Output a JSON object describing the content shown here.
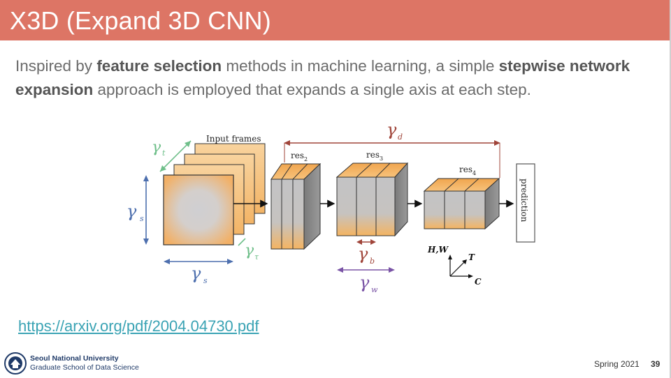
{
  "slide": {
    "title": "X3D (Expand 3D CNN)",
    "intro": {
      "p1": "Inspired by ",
      "b1": "feature selection",
      "p2": " methods in machine learning, a simple ",
      "b2": "stepwise network expansion",
      "p3": " approach is employed that expands a single axis at each step."
    },
    "link": "https://arxiv.org/pdf/2004.04730.pdf",
    "footer": {
      "university": "Seoul National University",
      "school": "Graduate School of Data Science",
      "date": "Spring 2021",
      "page": "39"
    }
  },
  "diagram": {
    "input_label": "Input frames",
    "res2": "res",
    "res2_sub": "2",
    "res3": "res",
    "res3_sub": "3",
    "res4": "res",
    "res4_sub": "4",
    "prediction": "prediction",
    "gamma": "γ",
    "sub_t": "t",
    "sub_s": "s",
    "sub_tau": "τ",
    "sub_d": "d",
    "sub_b": "b",
    "sub_w": "w",
    "axis_hw": "H,W",
    "axis_t": "T",
    "axis_c": "C",
    "colors": {
      "title_bar": "#dd7565",
      "frame_orange": "#f5b96e",
      "block_gray": "#b9b9b9",
      "brown_arrow": "#a0453a",
      "blue_arrow": "#4d6fae",
      "purple_arrow": "#7a54a6",
      "green_arrow": "#6fbf8a",
      "link": "#3aa3b4"
    }
  }
}
